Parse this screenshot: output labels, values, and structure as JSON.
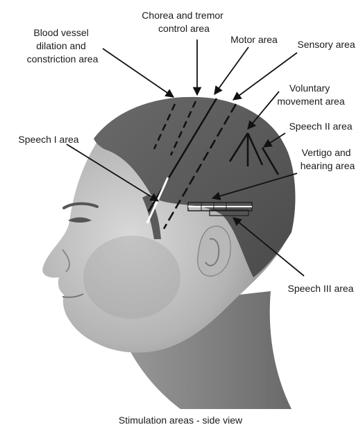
{
  "caption": "Stimulation areas - side view",
  "labels": {
    "blood_vessel": [
      "Blood vessel",
      "dilation and",
      "constriction area"
    ],
    "chorea": [
      "Chorea and tremor",
      "control area"
    ],
    "motor": [
      "Motor area"
    ],
    "sensory": [
      "Sensory area"
    ],
    "voluntary": [
      "Voluntary",
      "movement area"
    ],
    "speech2": [
      "Speech II area"
    ],
    "vertigo": [
      "Vertigo and",
      "hearing area"
    ],
    "speech1": [
      "Speech I area"
    ],
    "speech3": [
      "Speech III area"
    ]
  },
  "colors": {
    "skin_light": "#d4d4d4",
    "skin_mid": "#a8a8a8",
    "skin_dark": "#6e6e6e",
    "hair": "#5c5c5c",
    "line": "#111111",
    "highlight": "#ffffff"
  }
}
